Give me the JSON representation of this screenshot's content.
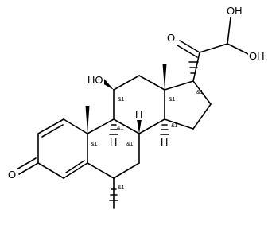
{
  "atoms": {
    "hydroxyl_c11": "HO",
    "ketone_o3": "O",
    "ketone_o20": "O",
    "hydroxyl_21a": "OH",
    "hydroxyl_21b": "OH",
    "h_c9": "H",
    "h_c8": "H",
    "h_c14": "H"
  },
  "stereo_labels": {
    "c11": "&1",
    "c10": "&1",
    "c9": "&1",
    "c8": "&1",
    "c13": "&1",
    "c14": "&1",
    "c17": "&1",
    "c6": "&1"
  }
}
